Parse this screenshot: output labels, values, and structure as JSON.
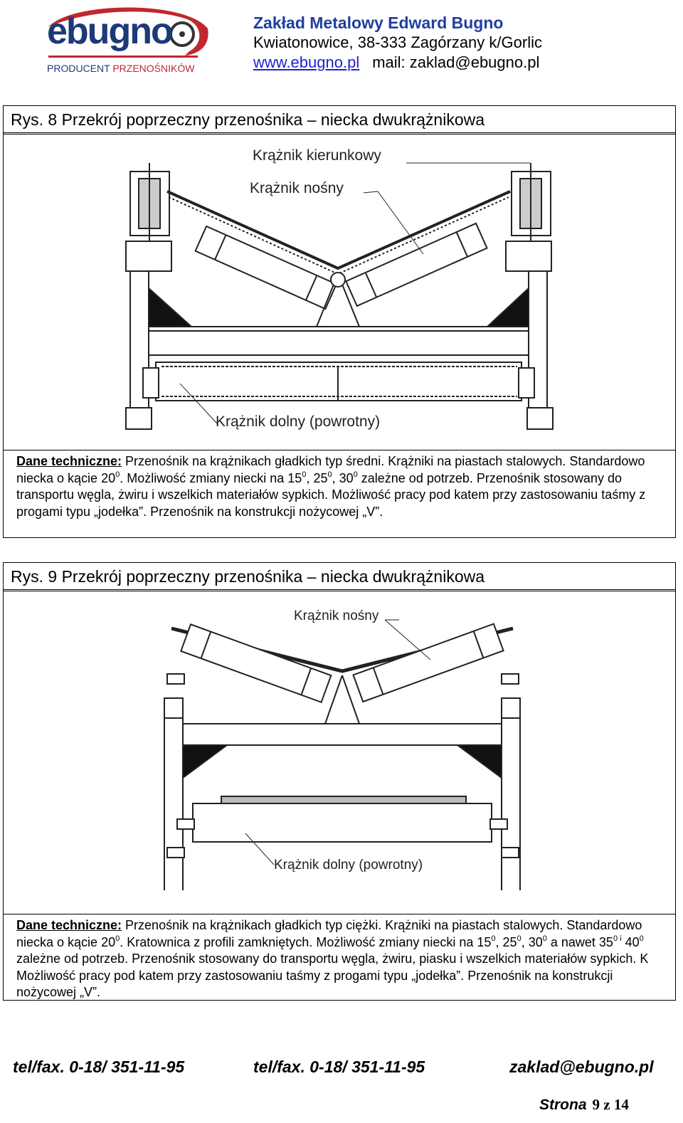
{
  "header": {
    "logo_word": "ebugno",
    "logo_tag_a": "PRODUCENT ",
    "logo_tag_b": "PRZENOŚNIKÓW",
    "company_name": "Zakład Metalowy Edward Bugno",
    "address": "Kwiatonowice, 38-333 Zagórzany  k/Gorlic",
    "website": "www.ebugno.pl",
    "mail": "mail: zaklad@ebugno.pl"
  },
  "section1": {
    "title": "Rys. 8 Przekrój poprzeczny przenośnika – niecka dwukrążnikowa",
    "callouts": {
      "guide": "Krążnik kierunkowy",
      "carrying": "Krążnik nośny",
      "return": "Krążnik dolny (powrotny)"
    },
    "desc": {
      "label": "Dane techniczne:",
      "p1": " Przenośnik na krążnikach gładkich typ średni. Krążniki na piastach stalowych. Standardowo niecka o kącie 20",
      "p2": ". Możliwość zmiany niecki na 15",
      "p3": ", 25",
      "p4": ", 30",
      "p5": " zależne od potrzeb. Przenośnik stosowany do transportu węgla, żwiru i wszelkich materiałów sypkich. Możliwość pracy pod katem przy zastosowaniu taśmy z progami typu „jodełka”. Przenośnik na konstrukcji nożycowej „V”.",
      "sup": "0"
    }
  },
  "section2": {
    "title": "Rys. 9 Przekrój poprzeczny przenośnika – niecka dwukrążnikowa",
    "callouts": {
      "carrying": "Krążnik nośny",
      "return": "Krążnik dolny (powrotny)"
    },
    "desc": {
      "label": "Dane techniczne:",
      "p1": " Przenośnik na krążnikach gładkich typ ciężki. Krążniki na piastach stalowych. Standardowo niecka o kącie 20",
      "p2": ". Kratownica z profili zamkniętych. Możliwość zmiany niecki na 15",
      "p3": ", 25",
      "p4": ", 30",
      "p5": " a nawet 35",
      "p6": " 40",
      "p7": " zależne od potrzeb. Przenośnik stosowany do transportu węgla, żwiru, piasku i wszelkich materiałów sypkich. K Możliwość pracy pod katem przy zastosowaniu taśmy z progami typu „jodełka”. Przenośnik na konstrukcji nożycowej „V”.",
      "sup": "0",
      "sup_i": "0 i"
    }
  },
  "footer": {
    "tel1": "tel/fax. 0-18/ 351-11-95",
    "tel2": "tel/fax. 0-18/ 351-11-95",
    "email": "zaklad@ebugno.pl",
    "page_word": "Strona",
    "page_nums": "9 z 14"
  }
}
